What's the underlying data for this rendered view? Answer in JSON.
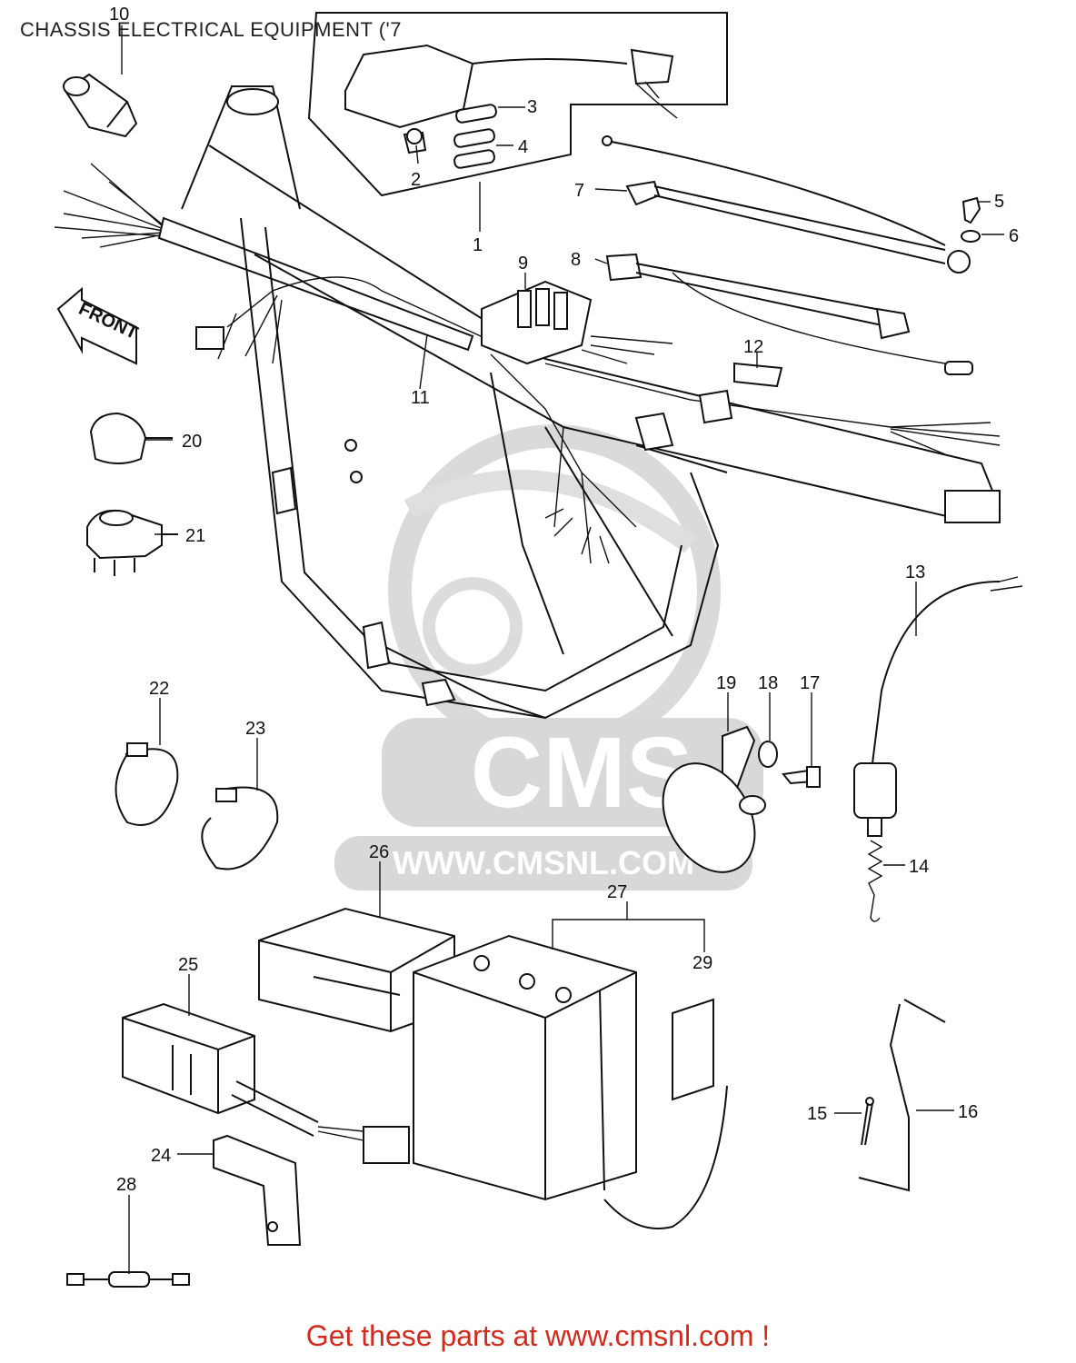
{
  "title": "CHASSIS ELECTRICAL EQUIPMENT ('7",
  "footer": "Get these parts at www.cmsnl.com !",
  "watermark": {
    "brand": "CMS",
    "url": "WWW.CMSNL.COM"
  },
  "front_label": "FRONT",
  "callouts": [
    "1",
    "2",
    "3",
    "4",
    "5",
    "6",
    "7",
    "8",
    "9",
    "10",
    "11",
    "12",
    "13",
    "14",
    "15",
    "16",
    "17",
    "18",
    "19",
    "20",
    "21",
    "22",
    "23",
    "24",
    "25",
    "26",
    "27",
    "28",
    "29"
  ],
  "colors": {
    "footer_text": "#d42a1c",
    "watermark": "#cfcfcf",
    "line": "#111111"
  }
}
